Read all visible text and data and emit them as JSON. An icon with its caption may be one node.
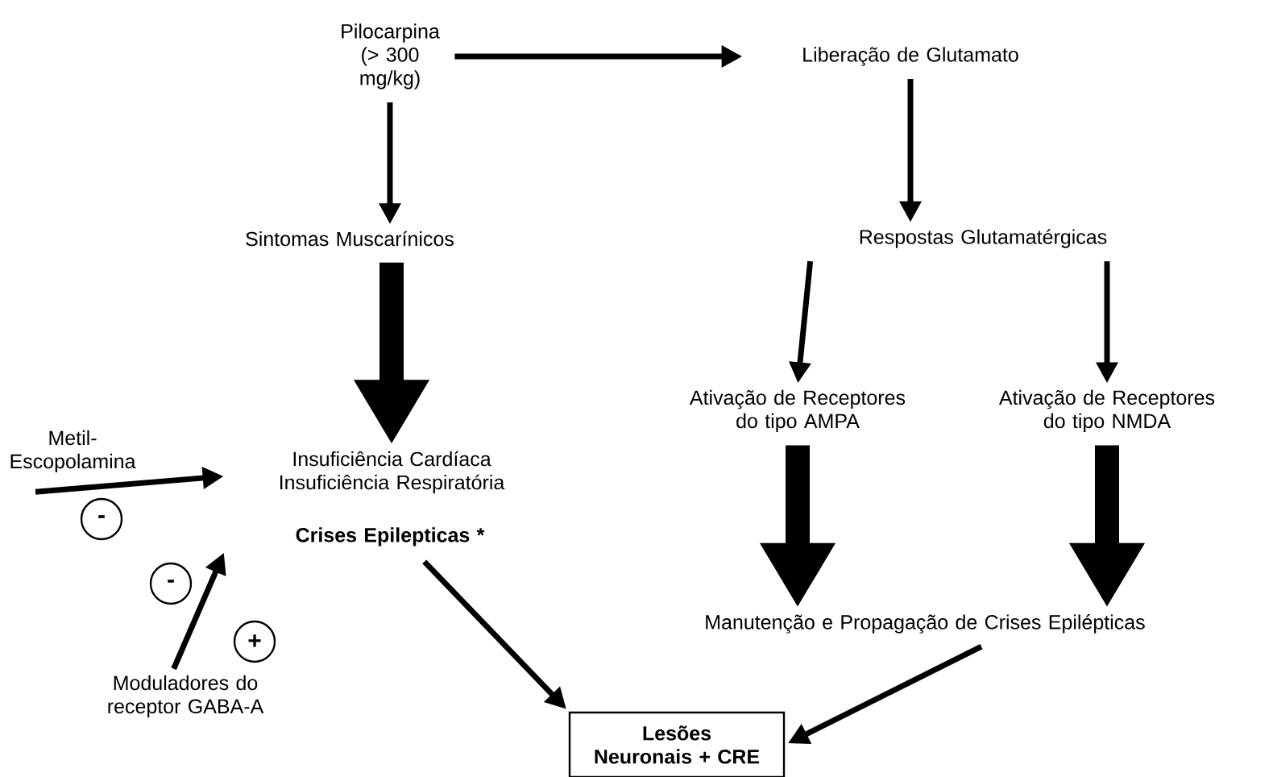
{
  "diagram": {
    "nodes": [
      {
        "text": [
          "Pilocarpina (> 300 mg/kg)"
        ]
      },
      {
        "text": [
          "Liberação de Glutamato"
        ]
      },
      {
        "text": [
          "Sintomas Muscarínicos"
        ]
      },
      {
        "text": [
          "Respostas Glutamatérgicas"
        ]
      },
      {
        "text": [
          "Metil-Escopolamina"
        ]
      },
      {
        "text": [
          "Insuficiência Cardíaca Insuficiência Respiratória"
        ]
      },
      {
        "text": [
          "Crises Epilepticas *"
        ]
      },
      {
        "text": [
          "Moduladores do receptor GABA-A"
        ]
      },
      {
        "text": [
          "Ativação de Receptores do tipo AMPA"
        ]
      },
      {
        "text": [
          "Ativação de Receptores do tipo NMDA"
        ]
      },
      {
        "text": [
          "Manutenção e Propagação de Crises Epilépticas"
        ]
      },
      {
        "text": [
          "Lesões Neuronais + CRE"
        ]
      }
    ],
    "edges": [
      {
        "from": 0,
        "to": 1,
        "arrow": "to"
      },
      {
        "from": 0,
        "to": 2,
        "arrow": "to"
      },
      {
        "from": 1,
        "to": 3,
        "arrow": "to"
      },
      {
        "from": 2,
        "to": 5,
        "arrow": "to",
        "style": "thick"
      },
      {
        "from": 3,
        "to": 8,
        "arrow": "to"
      },
      {
        "from": 3,
        "to": 9,
        "arrow": "to"
      },
      {
        "from": 8,
        "to": 10,
        "arrow": "to",
        "style": "thick"
      },
      {
        "from": 9,
        "to": 10,
        "arrow": "to",
        "style": "thick"
      },
      {
        "from": 4,
        "to": 5,
        "arrow": "to"
      },
      {
        "from": 7,
        "to": 6,
        "arrow": "to"
      },
      {
        "from": 6,
        "to": 11,
        "arrow": "to"
      },
      {
        "from": 10,
        "to": 11,
        "arrow": "to"
      }
    ],
    "labels": [
      "-",
      "-",
      "+"
    ]
  }
}
